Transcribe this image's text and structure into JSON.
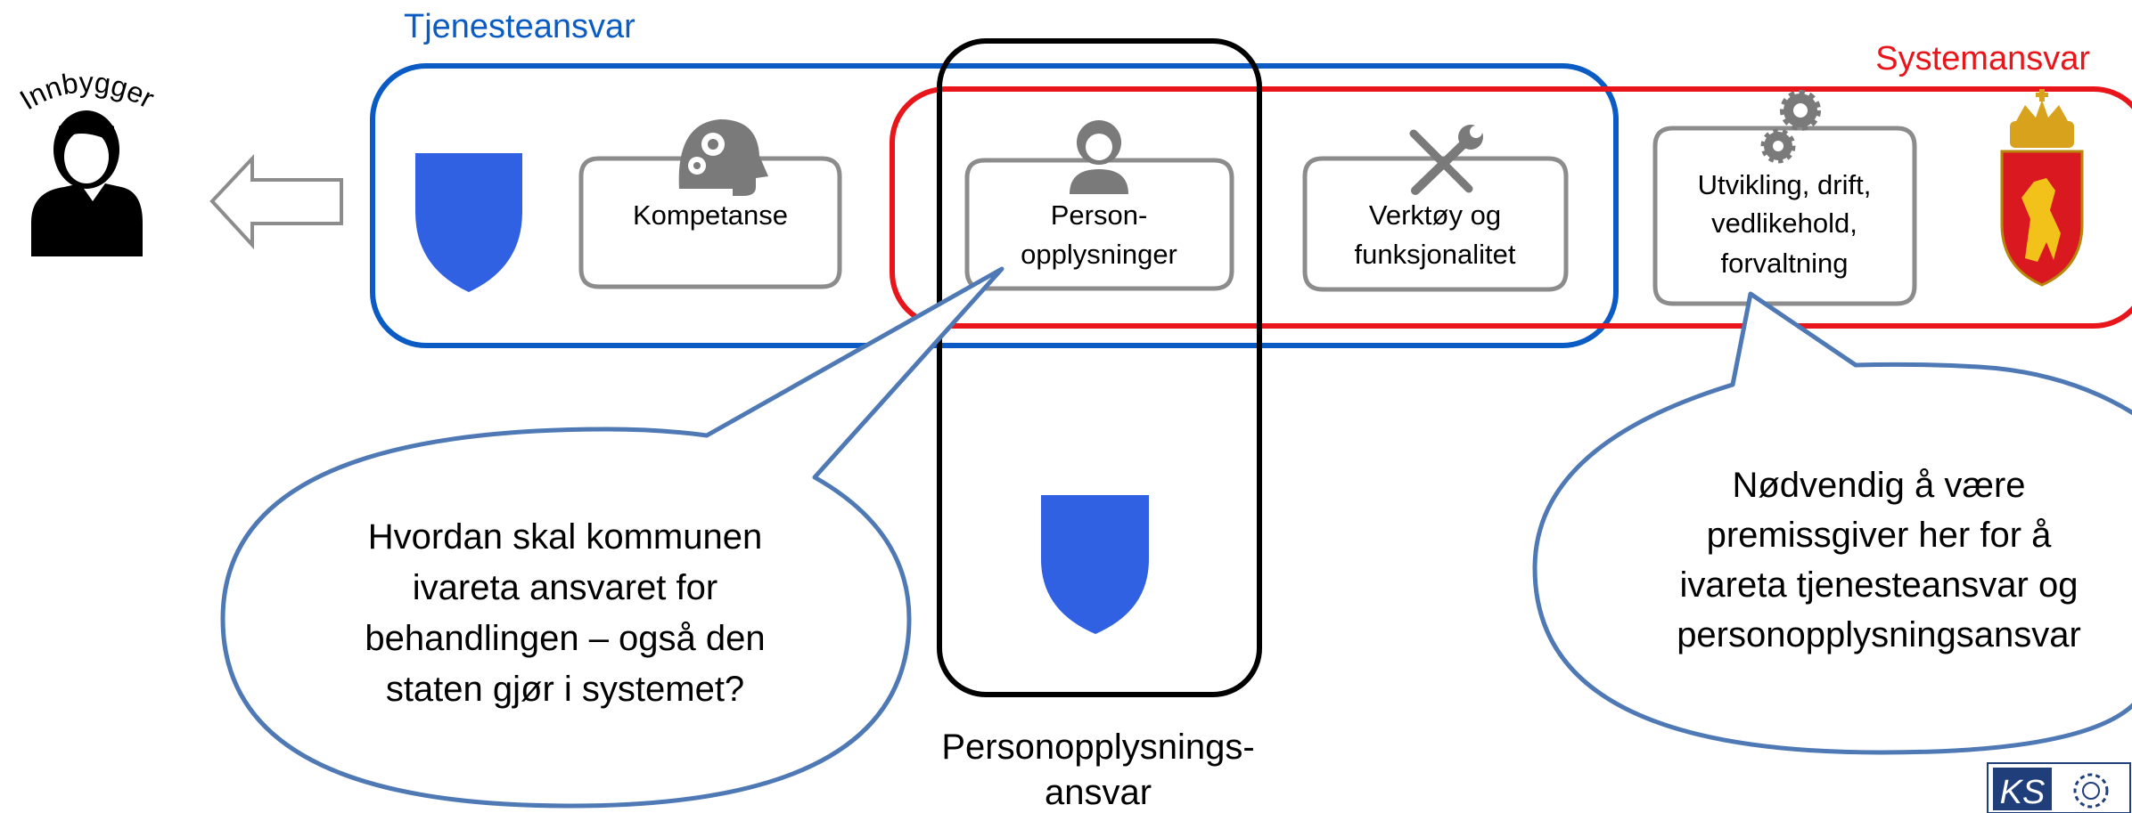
{
  "labels": {
    "service_responsibility": "Tjenesteansvar",
    "system_responsibility": "Systemansvar",
    "citizen": "Innbygger",
    "personal_data_responsibility_line1": "Personopplysnings-",
    "personal_data_responsibility_line2": "ansvar"
  },
  "boxes": {
    "competence": {
      "label": "Kompetanse",
      "icon": "head-gears-icon"
    },
    "personal_data": {
      "line1": "Person-",
      "line2": "opplysninger",
      "icon": "person-icon"
    },
    "tools": {
      "line1": "Verktøy og",
      "line2": "funksjonalitet",
      "icon": "wrench-screwdriver-icon"
    },
    "development": {
      "line1": "Utvikling, drift,",
      "line2": "vedlikehold,",
      "line3": "forvaltning",
      "icon": "gears-icon"
    }
  },
  "bubbles": {
    "left": {
      "line1": "Hvordan skal kommunen",
      "line2": "ivareta ansvaret for",
      "line3": "behandlingen – også den",
      "line4": "staten gjør i systemet?"
    },
    "right": {
      "line1": "Nødvendig å være",
      "line2": "premissgiver her for å",
      "line3": "ivareta tjenesteansvar og",
      "line4": "personopplysningsansvar"
    }
  },
  "logo": {
    "text": "KS"
  },
  "colors": {
    "service_blue": "#0a5bc4",
    "system_red": "#e8161b",
    "shield_blue": "#3061e3",
    "bubble_stroke": "#4e79b5",
    "box_gray": "#8c8c8c",
    "icon_gray": "#7a7a7a"
  }
}
